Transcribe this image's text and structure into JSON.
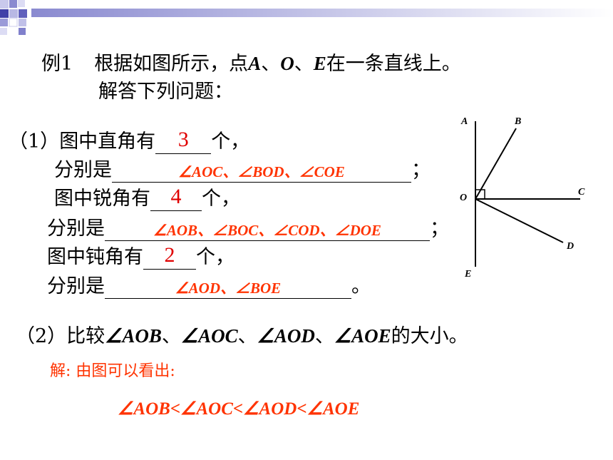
{
  "example": {
    "label": "例1",
    "line1_pre": "根据如图所示，点",
    "point_a": "A",
    "sep1": "、",
    "point_o": "O",
    "sep2": "、",
    "point_e": "E",
    "line1_post": "在一条直线上。",
    "line2": "解答下列问题："
  },
  "q1": {
    "prefix": "（1）",
    "right_count_label": "图中直角有",
    "right_count_answer": "3",
    "unit": "个，",
    "list_label": "分别是",
    "right_list_answer": "∠AOC、∠BOD、∠COE",
    "semicolon": "；",
    "acute_count_label": "图中锐角有",
    "acute_count_answer": "4",
    "acute_list_answer": "∠AOB、∠BOC、∠COD、∠DOE",
    "obtuse_count_label": "图中钝角有",
    "obtuse_count_answer": "2",
    "obtuse_list_answer": "∠AOD、∠BOE",
    "period": "。"
  },
  "q2": {
    "prefix": "（2）比较",
    "angles": [
      "∠AOB",
      "∠AOC",
      "∠AOD",
      "∠AOE"
    ],
    "sep": "、",
    "suffix": "的大小。",
    "solution_label": "解: 由图可以看出:",
    "result": "∠AOB<∠AOC<∠AOD<∠AOE"
  },
  "figure": {
    "points": {
      "A": "A",
      "B": "B",
      "C": "C",
      "D": "D",
      "E": "E",
      "O": "O"
    }
  },
  "colors": {
    "answer": "#ff3300",
    "number_answer": "#e00000",
    "decor": "#9999cc"
  }
}
